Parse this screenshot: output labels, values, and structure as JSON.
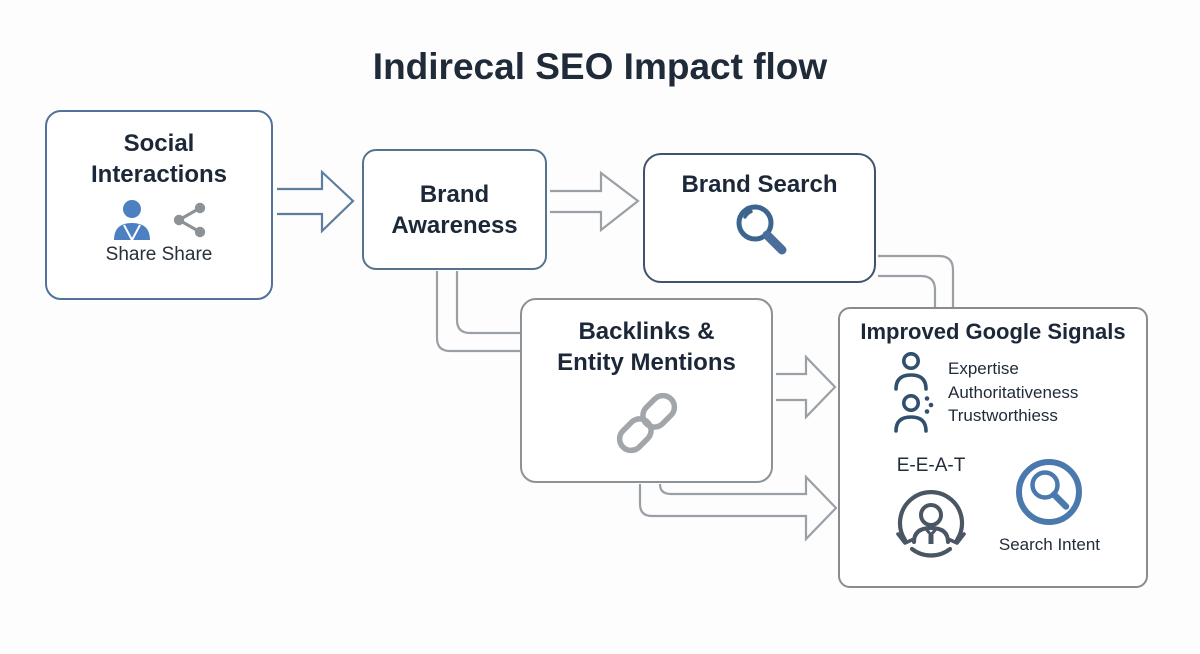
{
  "title": "Indirecal SEO Impact flow",
  "nodes": {
    "social": {
      "label": "Social\nInteractions",
      "caption": "Share Share"
    },
    "awareness": {
      "label": "Brand\nAwareness"
    },
    "search": {
      "label": "Brand Search"
    },
    "backlinks": {
      "label": "Backlinks &\nEntity Mentions"
    },
    "signals": {
      "label": "Improved Google Signals",
      "items": [
        "Expertise",
        "Authoritativeness",
        "Trustworthiess"
      ],
      "eeat_label": "E-E-A-T",
      "intent_label": "Search Intent"
    }
  },
  "icons": {
    "social_person": "person-icon",
    "social_share": "share-icon",
    "brand_search": "magnifier-icon",
    "backlinks": "chain-link-icon",
    "signals_user": "user-icon",
    "signals_user_dots": "user-dots-icon",
    "eeat": "person-cycle-icon",
    "search_intent": "search-intent-magnifier-icon"
  },
  "colors": {
    "text": "#1f2a38",
    "box_border_blue": "#52729a",
    "box_border_dark": "#41536b",
    "box_border_gray": "#8d9296",
    "arrow_blue": "#5e7e9e",
    "arrow_gray": "#9aa0a6",
    "icon_blue": "#4c80c2",
    "icon_gray": "#8d9297",
    "icon_navy": "#32506e",
    "icon_slate": "#4a5663",
    "icon_link_blue": "#4b79ae",
    "magnifier_blue": "#3b648f"
  }
}
